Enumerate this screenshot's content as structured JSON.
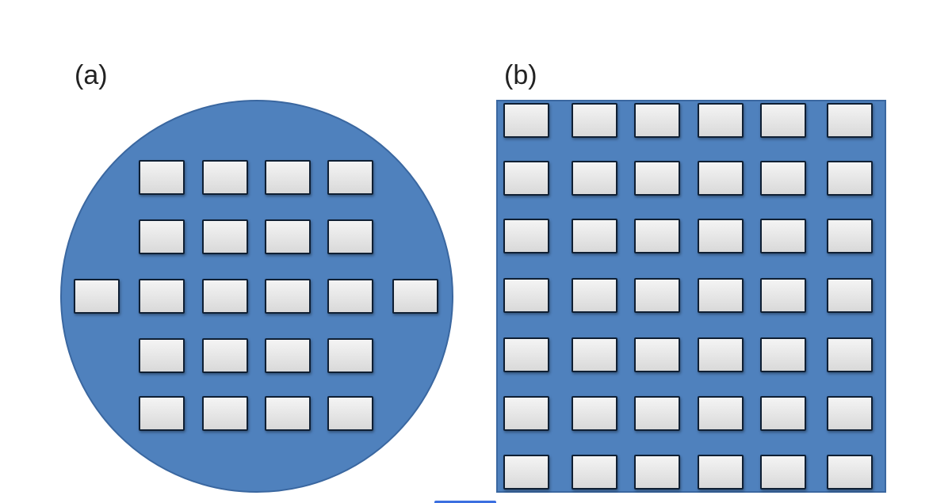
{
  "figure": {
    "panel_a": {
      "label": "(a)",
      "shape": "circular wafer",
      "die_rows": [
        4,
        4,
        6,
        4,
        4
      ]
    },
    "panel_b": {
      "label": "(b)",
      "shape": "square panel",
      "rows": 7,
      "cols": 6
    },
    "colors": {
      "substrate": "#4f81bd",
      "die": "#e6e6e6",
      "die_border": "#0f1f33"
    }
  }
}
